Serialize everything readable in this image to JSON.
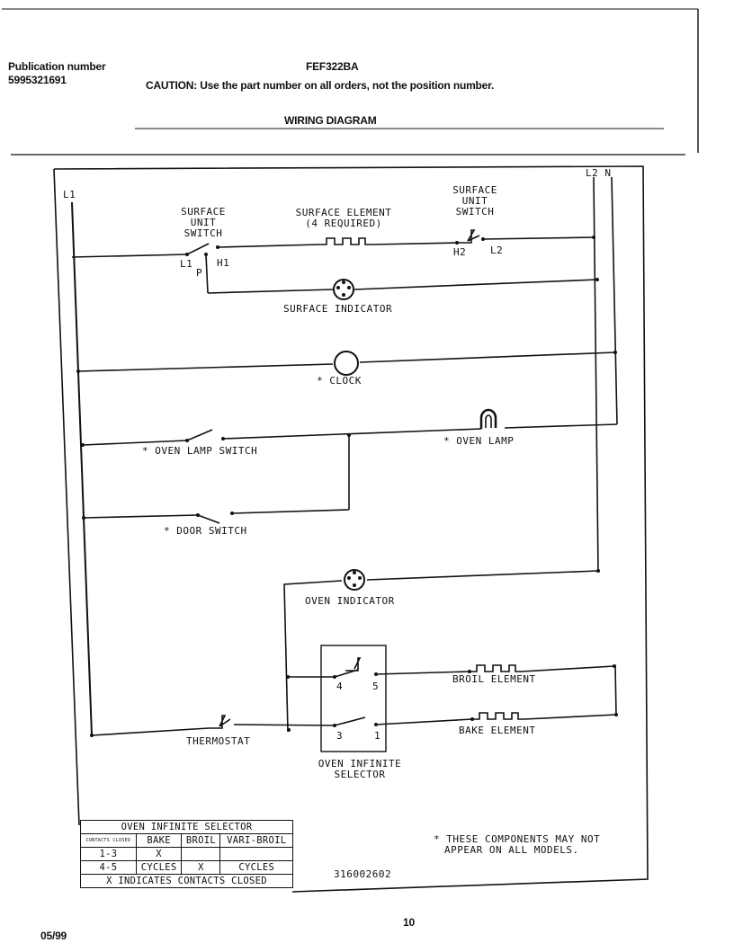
{
  "header": {
    "publication_label": "Publication number",
    "publication_number": "5995321691",
    "model": "FEF322BA",
    "caution": "CAUTION:  Use the part number on all orders, not the position number.",
    "title": "WIRING DIAGRAM"
  },
  "terminals": {
    "l1": "L1",
    "l2n": "L2 N"
  },
  "labels": {
    "surface_unit_switch_left": [
      "SURFACE",
      "UNIT",
      "SWITCH"
    ],
    "sw_l1": "L1",
    "sw_p": "P",
    "sw_h1": "H1",
    "surface_element": [
      "SURFACE ELEMENT",
      "(4 REQUIRED)"
    ],
    "surface_unit_switch_right": [
      "SURFACE",
      "UNIT",
      "SWITCH"
    ],
    "sw_h2": "H2",
    "sw_l2": "L2",
    "surface_indicator": "SURFACE INDICATOR",
    "clock": "* CLOCK",
    "oven_lamp_switch": "* OVEN LAMP SWITCH",
    "oven_lamp": "* OVEN LAMP",
    "door_switch": "* DOOR SWITCH",
    "oven_indicator": "OVEN INDICATOR",
    "broil_element": "BROIL ELEMENT",
    "bake_element": "BAKE ELEMENT",
    "thermostat": "THERMOSTAT",
    "selector_4": "4",
    "selector_5": "5",
    "selector_3": "3",
    "selector_1": "1",
    "oven_infinite_selector": [
      "OVEN INFINITE",
      "SELECTOR"
    ]
  },
  "selector_table": {
    "title": "OVEN INFINITE SELECTOR",
    "corner": "CONTACTS CLOSED",
    "columns": [
      "BAKE",
      "BROIL",
      "VARI-BROIL"
    ],
    "rows": [
      {
        "contacts": "1-3",
        "cells": [
          "X",
          "",
          ""
        ]
      },
      {
        "contacts": "4-5",
        "cells": [
          "CYCLES",
          "X",
          "CYCLES"
        ]
      }
    ],
    "footer": "X INDICATES CONTACTS CLOSED"
  },
  "note": [
    "* THESE COMPONENTS MAY NOT",
    "APPEAR ON ALL MODELS."
  ],
  "part_number": "316002602",
  "page_number": "10",
  "date": "05/99"
}
